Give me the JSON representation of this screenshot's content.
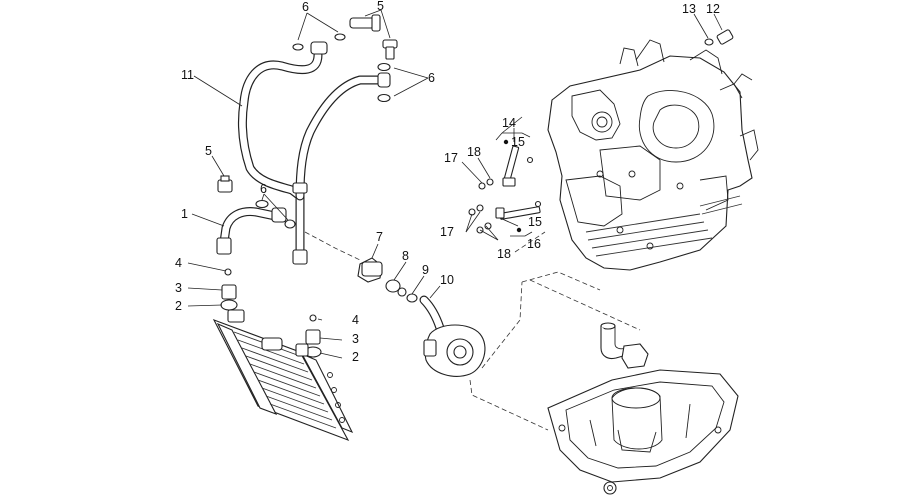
{
  "labels": {
    "l6a": "6",
    "l5a": "5",
    "l13": "13",
    "l12": "12",
    "l11": "11",
    "l6b": "6",
    "l14": "14",
    "l15a": "15",
    "l17a": "17",
    "l18a": "18",
    "l5b": "5",
    "l6c": "6",
    "l1": "1",
    "l7": "7",
    "l15b": "15",
    "l17b": "17",
    "l16": "16",
    "l18b": "18",
    "l8": "8",
    "l9": "9",
    "l10": "10",
    "l4a": "4",
    "l3a": "3",
    "l2a": "2",
    "l4b": "4",
    "l3b": "3",
    "l2b": "2"
  }
}
